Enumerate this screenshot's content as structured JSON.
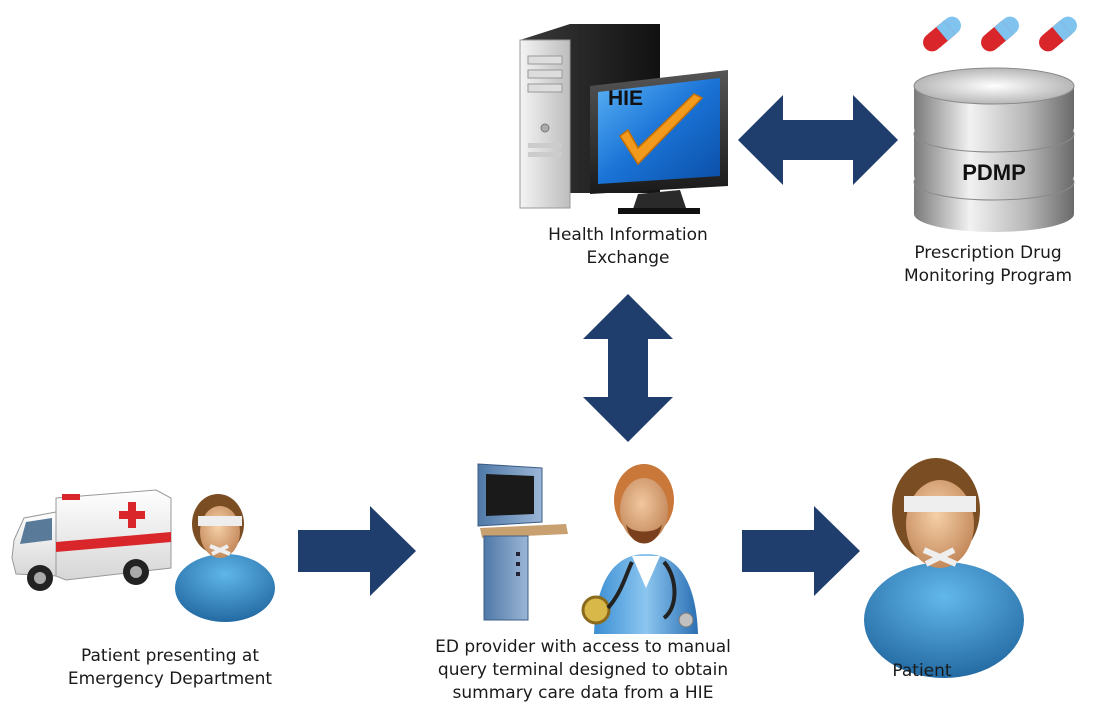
{
  "nodes": {
    "hie": {
      "screen_label": "HIE",
      "caption": [
        "Health Information",
        "Exchange"
      ]
    },
    "pdmp": {
      "db_label": "PDMP",
      "caption": [
        "Prescription Drug",
        "Monitoring Program"
      ]
    },
    "patient_ed": {
      "caption": [
        "Patient presenting at",
        "Emergency Department"
      ]
    },
    "provider": {
      "caption": [
        "ED provider with access to manual",
        "query terminal designed to obtain",
        "summary care data from a HIE"
      ]
    },
    "patient": {
      "caption": [
        "Patient"
      ]
    }
  },
  "colors": {
    "arrow": "#1f3e6e",
    "screen_blue": "#1a73d6",
    "check_orange": "#f29a1c",
    "pill_red": "#d8262b",
    "pill_blue": "#7fc3ee"
  }
}
